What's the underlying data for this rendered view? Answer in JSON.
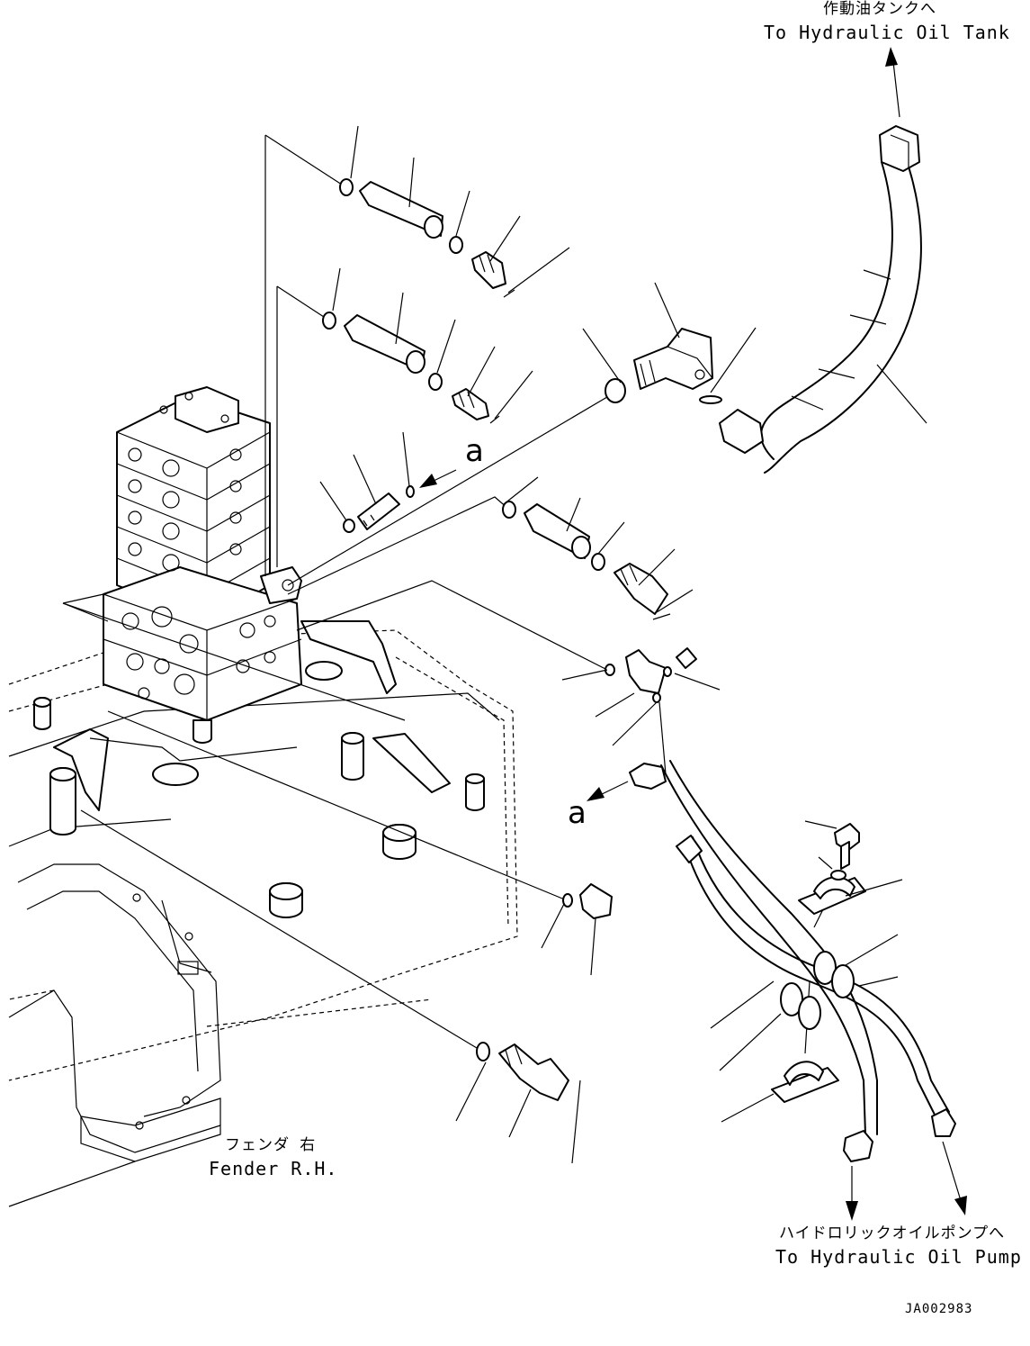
{
  "labels": {
    "tank_jp": "作動油タンクへ",
    "tank_en": "To Hydraulic Oil Tank",
    "fender_jp": "フェンダ 右",
    "fender_en": "Fender R.H.",
    "pump_jp": "ハイドロリックオイルポンプへ",
    "pump_en": "To Hydraulic Oil Pump",
    "callout_top": "a",
    "callout_bottom": "a",
    "drawing_code": "JA002983"
  }
}
